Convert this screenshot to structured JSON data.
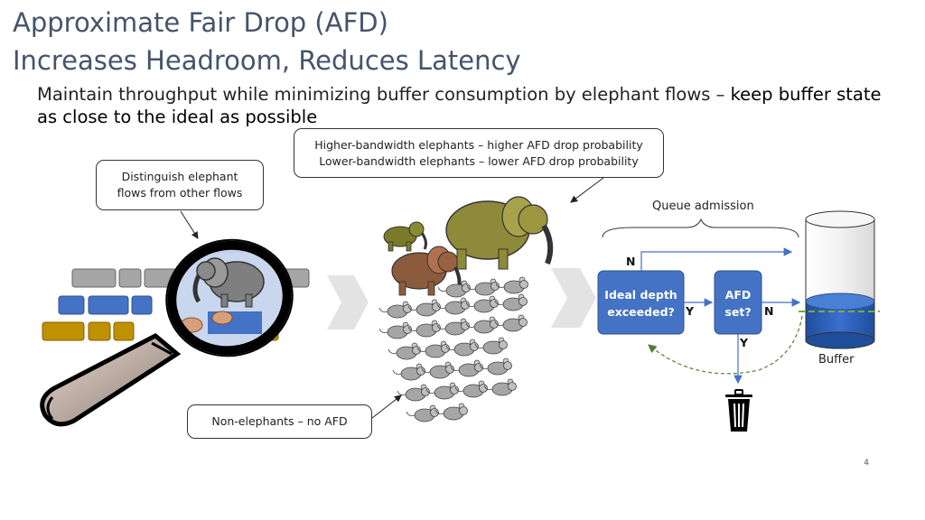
{
  "slide": {
    "title_line1": "Approximate Fair Drop (AFD)",
    "title_line2": "Increases Headroom, Reduces Latency",
    "subtitle_normal": "Maintain throughput while minimizing buffer consumption by elephant flows – ",
    "subtitle_emphasis": "keep buffer state as close to the ideal as possible",
    "page_number": "4"
  },
  "callouts": {
    "distinguish_line1": "Distinguish elephant",
    "distinguish_line2": "flows from other flows",
    "afd_line1": "Higher-bandwidth elephants – higher AFD drop probability",
    "afd_line2": "Lower-bandwidth elephants – lower AFD drop probability",
    "non_elephants": "Non-elephants – no AFD"
  },
  "flow_diagram": {
    "queue_admission": "Queue admission",
    "ideal_depth_line1": "Ideal depth",
    "ideal_depth_line2": "exceeded?",
    "afd_set_line1": "AFD",
    "afd_set_line2": "set?",
    "label_n_top": "N",
    "label_y_mid": "Y",
    "label_n_right": "N",
    "label_y_bottom": "Y",
    "buffer_label": "Buffer"
  },
  "colors": {
    "title": "#44546a",
    "process_box": "#4472c4",
    "buffer_fill": "#2e5fb5",
    "ideal_line": "#70ad47",
    "gray_block": "#a6a6a6",
    "blue_block": "#4472c4",
    "gold_block": "#bf9000"
  },
  "icons": [
    "magnifier-icon",
    "elephant-icon",
    "mouse-icon",
    "trash-icon",
    "arrow-icon"
  ]
}
